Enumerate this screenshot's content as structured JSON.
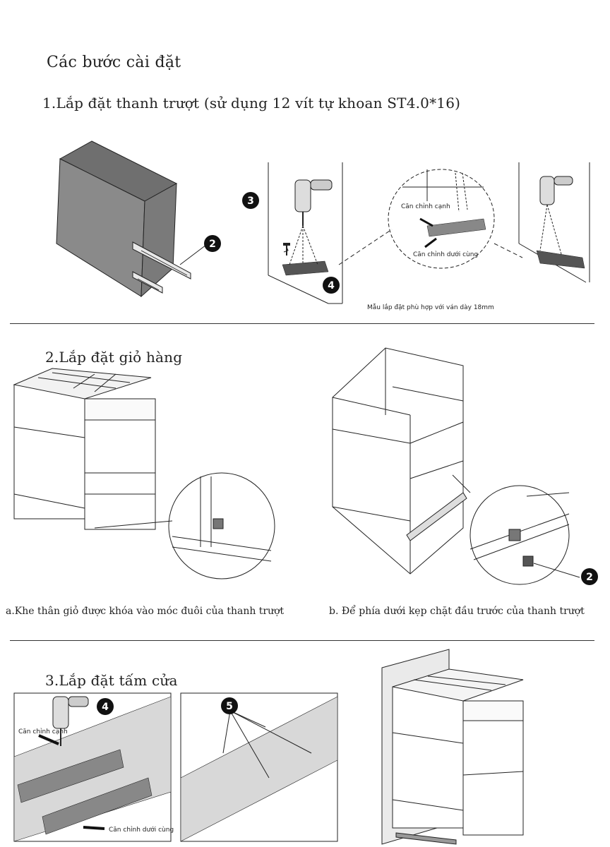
{
  "page": {
    "title": "Các bước cài đặt"
  },
  "step1": {
    "heading": "1.Lắp đặt thanh trượt (sử dụng 12 vít tự khoan ST4.0*16)",
    "label_side_align": "Căn chỉnh cạnh",
    "label_bottom_align": "Căn chỉnh dưới cùng",
    "note": "Mẫu lắp đặt phù hợp với ván dày 18mm",
    "callouts": [
      "2",
      "3",
      "4"
    ]
  },
  "step2": {
    "heading": "2.Lắp đặt giỏ hàng",
    "caption_a": "a.Khe thân giỏ được khóa vào móc đuôi của thanh trượt",
    "caption_b": "b. Để phía dưới kẹp chặt đầu trước của thanh trượt",
    "callouts": [
      "2"
    ]
  },
  "step3": {
    "heading": "3.Lắp đặt tấm cửa",
    "label_side_align": "Căn chỉnh cạnh",
    "label_bottom_align": "Căn chỉnh dưới cùng",
    "callouts": [
      "4",
      "5"
    ]
  },
  "colors": {
    "cabinet_gray": "#8a8a8a",
    "panel_gray": "#d8d8d8",
    "line": "#222222",
    "callout_fill": "#111111"
  }
}
